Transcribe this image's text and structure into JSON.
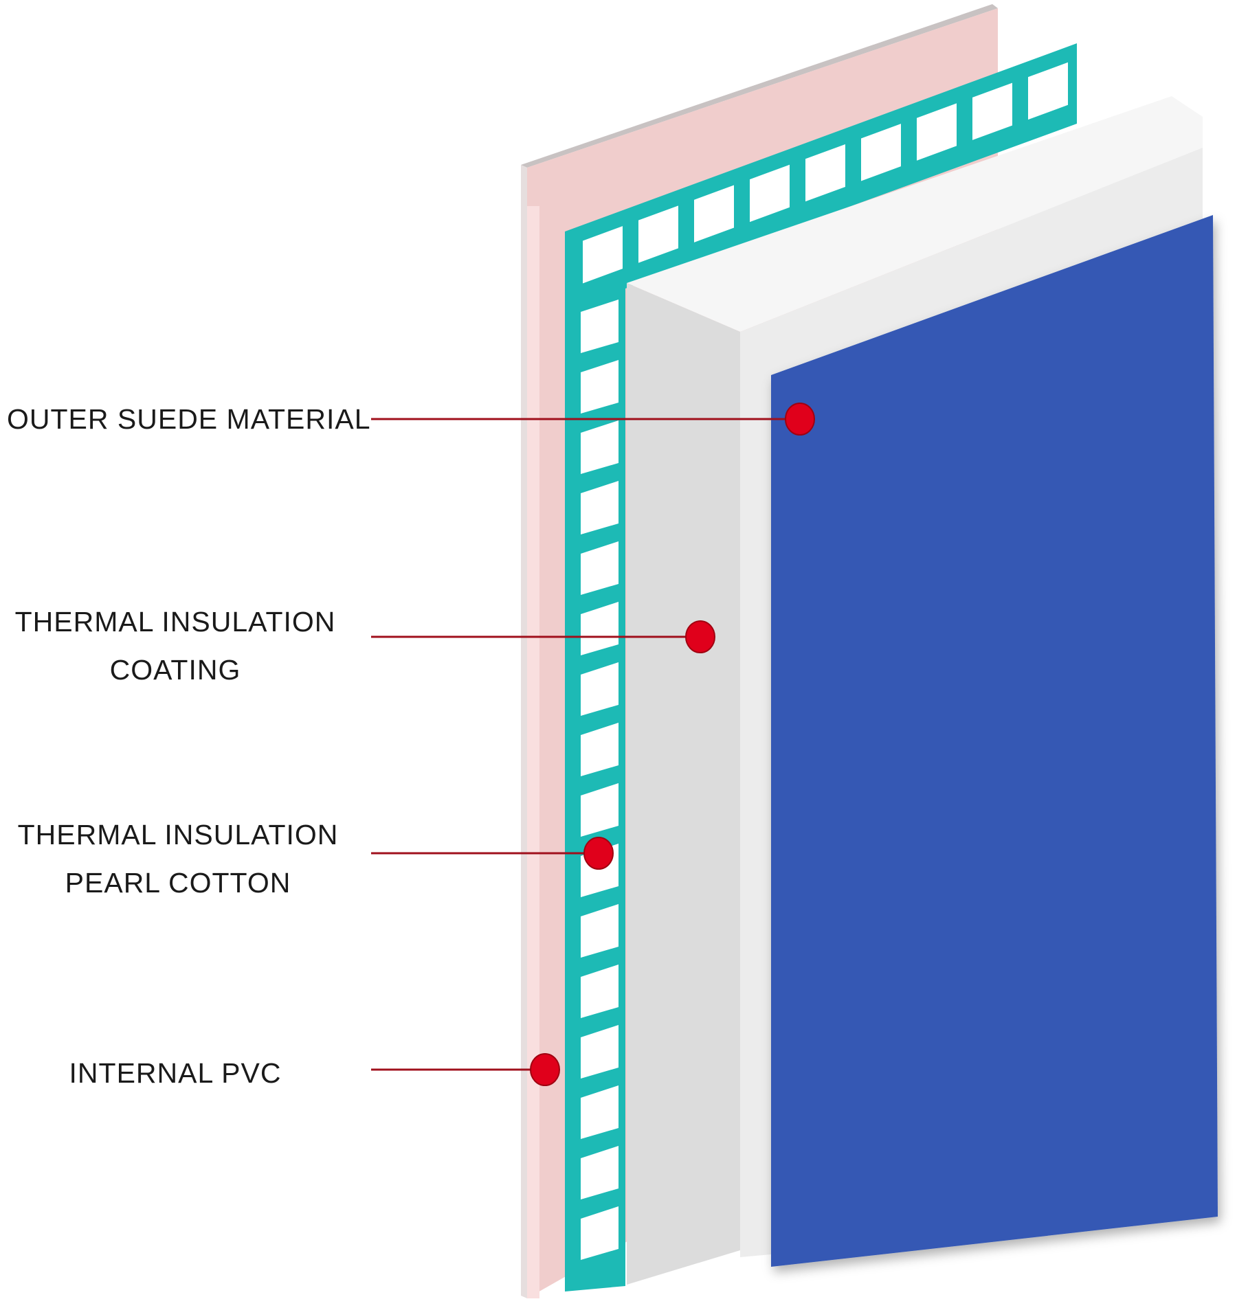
{
  "title": "Layer structure diagram",
  "colors": {
    "pvc": "#f0cdcc",
    "pvc_edge": "#c9c3c3",
    "pearl_cotton": "#1dbab5",
    "coating_top": "#f4f4f4",
    "coating_side": "#dcdcdc",
    "suede": "#3459b4",
    "pointer": "#e0001b",
    "leader_line": "#a0101c"
  },
  "labels": [
    {
      "lines": [
        "OUTER SUEDE MATERIAL"
      ]
    },
    {
      "lines": [
        "THERMAL INSULATION",
        "COATING"
      ]
    },
    {
      "lines": [
        "THERMAL INSULATION",
        "PEARL COTTON"
      ]
    },
    {
      "lines": [
        "INTERNAL PVC"
      ]
    }
  ]
}
